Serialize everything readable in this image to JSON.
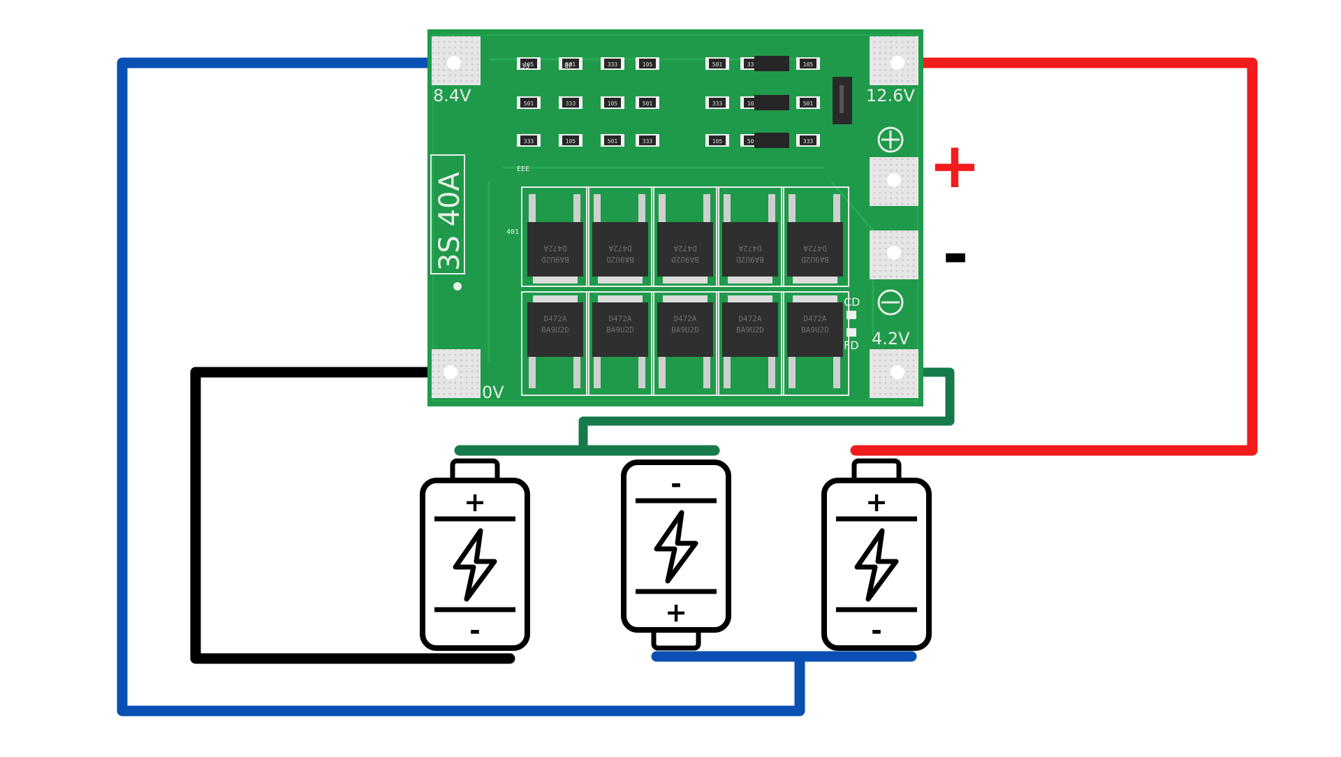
{
  "board": {
    "model_label": "3S 40A",
    "pads": {
      "p84": "8.4V",
      "p126": "12.6V",
      "p42": "4.2V",
      "p0": "0V"
    },
    "cd_label": "CD",
    "fd_label": "FD",
    "chip_top_text": "D472A",
    "chip_top_text2": "BA9U2D",
    "chip_bottom_text": "D472A",
    "chip_bottom_text2": "BA9U2D",
    "smd_codes": [
      "105",
      "501",
      "333",
      "8F",
      "EEE",
      "401"
    ],
    "colors": {
      "pcb": "#1f9a4a",
      "pad": "#dcdcdc",
      "chip": "#2f2f2f"
    }
  },
  "output_labels": {
    "plus": "+",
    "minus": "-"
  },
  "batteries": [
    {
      "top_sign": "+",
      "bottom_sign": "-",
      "orientation": "positive-up",
      "icon": "lightning-bolt-icon"
    },
    {
      "top_sign": "-",
      "bottom_sign": "+",
      "orientation": "negative-up",
      "icon": "lightning-bolt-icon"
    },
    {
      "top_sign": "+",
      "bottom_sign": "-",
      "orientation": "positive-up",
      "icon": "lightning-bolt-icon"
    }
  ],
  "wires": {
    "blue": "#0a4fb3",
    "red": "#f21c1c",
    "black": "#000000",
    "green": "#167a4a"
  },
  "symbols": {
    "plus_circle": "plus-circle-icon",
    "minus_circle": "minus-circle-icon"
  }
}
